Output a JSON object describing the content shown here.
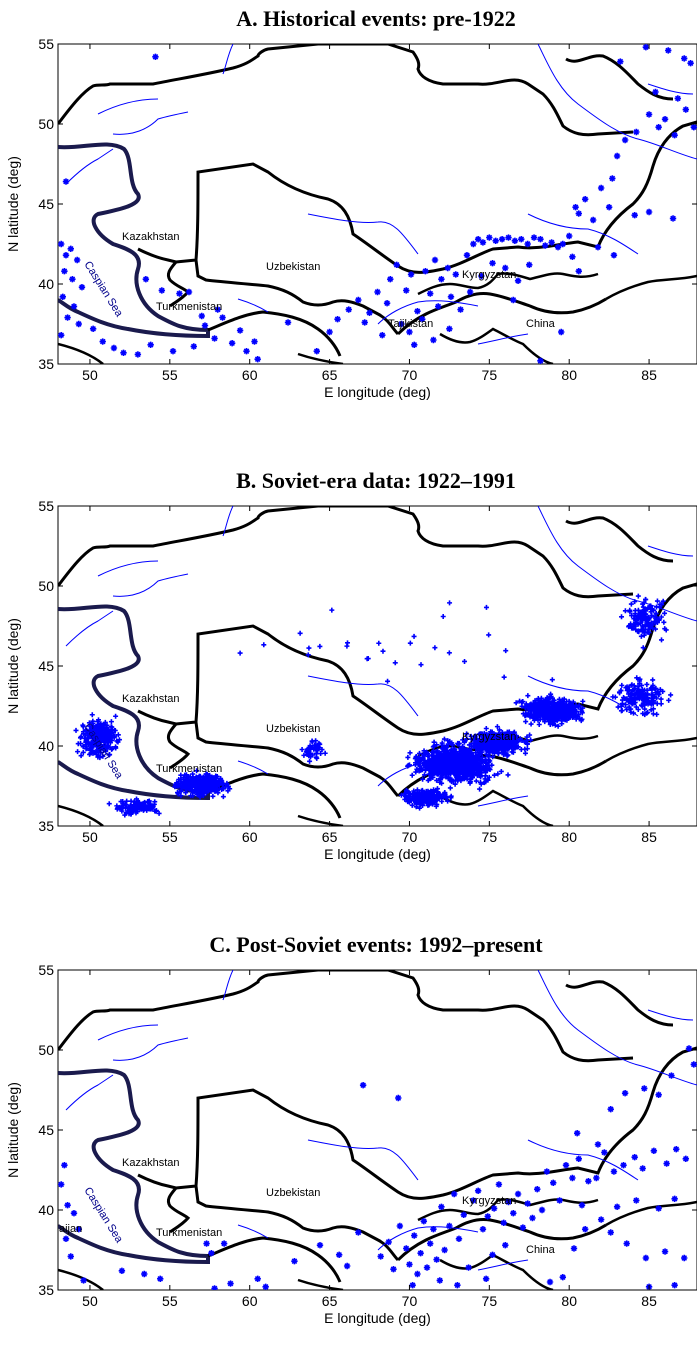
{
  "chart_data": [
    {
      "type": "scatter",
      "title": "A. Historical events: pre-1922",
      "xlabel": "E longitude (deg)",
      "ylabel": "N latitude (deg)",
      "xlim": [
        48,
        88
      ],
      "ylim": [
        35,
        55
      ],
      "xticks": [
        50,
        55,
        60,
        65,
        70,
        75,
        80,
        85
      ],
      "yticks": [
        35,
        40,
        45,
        50,
        55
      ],
      "marker": "asterisk",
      "marker_color": "#0000ff",
      "points": [
        [
          48.2,
          42.5
        ],
        [
          48.5,
          41.8
        ],
        [
          48.8,
          42.2
        ],
        [
          49.2,
          41.5
        ],
        [
          48.4,
          40.8
        ],
        [
          48.9,
          40.3
        ],
        [
          49.5,
          39.8
        ],
        [
          48.3,
          39.2
        ],
        [
          49.0,
          38.6
        ],
        [
          48.6,
          37.9
        ],
        [
          49.3,
          37.5
        ],
        [
          48.2,
          36.8
        ],
        [
          50.2,
          37.2
        ],
        [
          50.8,
          36.4
        ],
        [
          51.5,
          36.0
        ],
        [
          52.1,
          35.7
        ],
        [
          53.0,
          35.6
        ],
        [
          53.8,
          36.2
        ],
        [
          55.2,
          35.8
        ],
        [
          56.5,
          36.1
        ],
        [
          57.2,
          37.4
        ],
        [
          57.8,
          36.6
        ],
        [
          58.3,
          37.9
        ],
        [
          58.9,
          36.3
        ],
        [
          59.4,
          37.1
        ],
        [
          59.8,
          35.8
        ],
        [
          60.3,
          36.4
        ],
        [
          60.5,
          35.3
        ],
        [
          58.0,
          38.4
        ],
        [
          57.0,
          38.0
        ],
        [
          53.5,
          40.3
        ],
        [
          54.5,
          39.6
        ],
        [
          55.6,
          39.4
        ],
        [
          56.2,
          39.5
        ],
        [
          54.1,
          54.2
        ],
        [
          48.5,
          46.4
        ],
        [
          62.4,
          37.6
        ],
        [
          64.2,
          35.8
        ],
        [
          65.0,
          37.0
        ],
        [
          65.5,
          37.8
        ],
        [
          66.2,
          38.4
        ],
        [
          66.8,
          39.0
        ],
        [
          67.2,
          37.6
        ],
        [
          67.5,
          38.2
        ],
        [
          68.0,
          39.5
        ],
        [
          68.3,
          36.8
        ],
        [
          68.6,
          38.8
        ],
        [
          68.8,
          40.3
        ],
        [
          69.2,
          41.2
        ],
        [
          69.5,
          37.5
        ],
        [
          69.8,
          39.6
        ],
        [
          70.1,
          40.6
        ],
        [
          70.3,
          36.2
        ],
        [
          70.5,
          38.3
        ],
        [
          70.8,
          37.8
        ],
        [
          71.0,
          40.8
        ],
        [
          71.3,
          39.4
        ],
        [
          71.6,
          41.5
        ],
        [
          71.8,
          38.6
        ],
        [
          72.0,
          40.3
        ],
        [
          72.4,
          41.0
        ],
        [
          72.6,
          39.2
        ],
        [
          72.9,
          40.6
        ],
        [
          73.2,
          38.4
        ],
        [
          73.6,
          41.8
        ],
        [
          74.0,
          42.5
        ],
        [
          74.3,
          42.8
        ],
        [
          74.6,
          42.6
        ],
        [
          75.0,
          42.9
        ],
        [
          75.4,
          42.7
        ],
        [
          75.8,
          42.8
        ],
        [
          76.2,
          42.9
        ],
        [
          76.6,
          42.7
        ],
        [
          77.0,
          42.8
        ],
        [
          77.4,
          42.5
        ],
        [
          77.8,
          42.9
        ],
        [
          78.2,
          42.8
        ],
        [
          78.5,
          42.4
        ],
        [
          78.9,
          42.6
        ],
        [
          79.3,
          42.3
        ],
        [
          79.6,
          42.5
        ],
        [
          80.0,
          43.0
        ],
        [
          74.5,
          40.5
        ],
        [
          75.2,
          41.3
        ],
        [
          76.0,
          41.0
        ],
        [
          76.8,
          40.2
        ],
        [
          77.5,
          41.2
        ],
        [
          76.5,
          39.0
        ],
        [
          73.8,
          39.5
        ],
        [
          70.0,
          37.0
        ],
        [
          71.5,
          36.5
        ],
        [
          72.5,
          37.2
        ],
        [
          78.2,
          35.2
        ],
        [
          79.5,
          37.0
        ],
        [
          80.4,
          44.8
        ],
        [
          81.0,
          45.3
        ],
        [
          80.6,
          44.4
        ],
        [
          81.5,
          44.0
        ],
        [
          82.5,
          44.8
        ],
        [
          82.0,
          46.0
        ],
        [
          82.7,
          46.6
        ],
        [
          84.1,
          44.3
        ],
        [
          85.0,
          44.5
        ],
        [
          86.5,
          44.1
        ],
        [
          82.8,
          41.8
        ],
        [
          81.8,
          42.3
        ],
        [
          80.6,
          40.8
        ],
        [
          80.2,
          41.7
        ],
        [
          83.0,
          48.0
        ],
        [
          83.5,
          49.0
        ],
        [
          84.2,
          49.5
        ],
        [
          85.0,
          50.6
        ],
        [
          85.6,
          49.8
        ],
        [
          86.0,
          50.3
        ],
        [
          86.6,
          49.3
        ],
        [
          87.3,
          50.9
        ],
        [
          87.8,
          49.8
        ],
        [
          86.8,
          51.6
        ],
        [
          87.2,
          54.1
        ],
        [
          86.2,
          54.6
        ],
        [
          84.8,
          54.8
        ],
        [
          83.2,
          53.9
        ],
        [
          87.6,
          53.8
        ],
        [
          85.4,
          52.0
        ]
      ]
    },
    {
      "type": "scatter",
      "title": "B. Soviet-era data: 1922–1991",
      "xlabel": "E longitude (deg)",
      "ylabel": "N latitude (deg)",
      "xlim": [
        48,
        88
      ],
      "ylim": [
        35,
        55
      ],
      "xticks": [
        50,
        55,
        60,
        65,
        70,
        75,
        80,
        85
      ],
      "yticks": [
        35,
        40,
        45,
        50,
        55
      ],
      "marker": "plus",
      "marker_color": "#0000ff",
      "clusters": [
        {
          "center": [
            72.8,
            38.9
          ],
          "spread": [
            3.4,
            1.6
          ],
          "count": 900
        },
        {
          "center": [
            75.5,
            40.2
          ],
          "spread": [
            2.6,
            1.0
          ],
          "count": 500
        },
        {
          "center": [
            79.0,
            42.2
          ],
          "spread": [
            2.6,
            1.2
          ],
          "count": 450
        },
        {
          "center": [
            84.5,
            43.0
          ],
          "spread": [
            2.2,
            1.5
          ],
          "count": 160
        },
        {
          "center": [
            84.8,
            48.0
          ],
          "spread": [
            1.8,
            1.8
          ],
          "count": 130
        },
        {
          "center": [
            71.0,
            36.8
          ],
          "spread": [
            2.0,
            0.8
          ],
          "count": 250
        },
        {
          "center": [
            57.0,
            37.6
          ],
          "spread": [
            2.2,
            1.0
          ],
          "count": 380
        },
        {
          "center": [
            50.6,
            40.5
          ],
          "spread": [
            1.7,
            1.7
          ],
          "count": 260
        },
        {
          "center": [
            53.0,
            36.2
          ],
          "spread": [
            1.8,
            0.6
          ],
          "count": 150
        },
        {
          "center": [
            64.0,
            39.8
          ],
          "spread": [
            1.2,
            0.9
          ],
          "count": 50
        },
        {
          "center": [
            68.0,
            46.0
          ],
          "spread": [
            20.0,
            4.5
          ],
          "count": 30
        }
      ]
    },
    {
      "type": "scatter",
      "title": "C. Post-Soviet events: 1992–present",
      "xlabel": "E longitude (deg)",
      "ylabel": "N latitude (deg)",
      "xlim": [
        48,
        88
      ],
      "ylim": [
        35,
        55
      ],
      "xticks": [
        50,
        55,
        60,
        65,
        70,
        75,
        80,
        85
      ],
      "yticks": [
        35,
        40,
        45,
        50,
        55
      ],
      "marker": "asterisk",
      "marker_color": "#0000ff",
      "points": [
        [
          48.4,
          42.8
        ],
        [
          48.2,
          41.6
        ],
        [
          48.6,
          40.3
        ],
        [
          49.0,
          39.8
        ],
        [
          49.3,
          38.8
        ],
        [
          48.5,
          38.2
        ],
        [
          48.8,
          37.1
        ],
        [
          49.6,
          35.6
        ],
        [
          52.0,
          36.2
        ],
        [
          53.4,
          36.0
        ],
        [
          54.4,
          35.7
        ],
        [
          57.3,
          37.9
        ],
        [
          57.6,
          37.3
        ],
        [
          58.4,
          37.9
        ],
        [
          57.8,
          35.1
        ],
        [
          58.8,
          35.4
        ],
        [
          60.5,
          35.7
        ],
        [
          61.0,
          35.2
        ],
        [
          62.8,
          36.8
        ],
        [
          64.4,
          37.8
        ],
        [
          65.6,
          37.2
        ],
        [
          66.1,
          36.5
        ],
        [
          66.8,
          38.6
        ],
        [
          67.1,
          47.8
        ],
        [
          69.3,
          47.0
        ],
        [
          68.2,
          37.1
        ],
        [
          68.7,
          38.0
        ],
        [
          69.0,
          36.3
        ],
        [
          69.4,
          39.0
        ],
        [
          69.8,
          37.6
        ],
        [
          70.0,
          36.6
        ],
        [
          70.3,
          38.4
        ],
        [
          70.5,
          36.0
        ],
        [
          70.7,
          37.3
        ],
        [
          70.9,
          39.3
        ],
        [
          71.1,
          36.4
        ],
        [
          71.3,
          37.9
        ],
        [
          71.5,
          38.8
        ],
        [
          71.7,
          36.9
        ],
        [
          72.0,
          40.2
        ],
        [
          72.2,
          37.5
        ],
        [
          72.5,
          39.0
        ],
        [
          72.8,
          41.0
        ],
        [
          73.1,
          38.2
        ],
        [
          73.4,
          39.7
        ],
        [
          73.7,
          36.4
        ],
        [
          74.0,
          40.6
        ],
        [
          74.3,
          41.2
        ],
        [
          74.6,
          38.8
        ],
        [
          74.9,
          39.6
        ],
        [
          75.3,
          40.1
        ],
        [
          75.6,
          41.6
        ],
        [
          75.9,
          39.2
        ],
        [
          76.2,
          40.5
        ],
        [
          76.5,
          39.8
        ],
        [
          76.8,
          41.0
        ],
        [
          77.1,
          38.9
        ],
        [
          77.4,
          40.4
        ],
        [
          77.7,
          39.5
        ],
        [
          78.0,
          41.3
        ],
        [
          78.3,
          40.0
        ],
        [
          78.6,
          42.4
        ],
        [
          79.0,
          41.7
        ],
        [
          79.4,
          40.6
        ],
        [
          79.8,
          42.8
        ],
        [
          80.2,
          42.0
        ],
        [
          80.6,
          43.2
        ],
        [
          81.2,
          41.8
        ],
        [
          81.7,
          42.0
        ],
        [
          82.2,
          43.6
        ],
        [
          82.8,
          42.4
        ],
        [
          83.4,
          42.8
        ],
        [
          84.1,
          43.3
        ],
        [
          84.6,
          42.6
        ],
        [
          85.3,
          43.7
        ],
        [
          86.1,
          42.9
        ],
        [
          86.7,
          43.8
        ],
        [
          87.3,
          43.2
        ],
        [
          83.0,
          40.2
        ],
        [
          84.2,
          40.6
        ],
        [
          85.6,
          40.1
        ],
        [
          86.6,
          40.7
        ],
        [
          82.6,
          38.6
        ],
        [
          83.6,
          37.9
        ],
        [
          84.8,
          37.0
        ],
        [
          86.0,
          37.4
        ],
        [
          87.2,
          37.0
        ],
        [
          85.0,
          35.2
        ],
        [
          86.6,
          35.3
        ],
        [
          80.5,
          44.8
        ],
        [
          81.8,
          44.1
        ],
        [
          82.6,
          46.3
        ],
        [
          83.5,
          47.3
        ],
        [
          84.7,
          47.6
        ],
        [
          85.6,
          47.2
        ],
        [
          86.4,
          48.4
        ],
        [
          87.5,
          50.1
        ],
        [
          87.8,
          49.1
        ],
        [
          74.8,
          35.7
        ],
        [
          75.2,
          37.2
        ],
        [
          76.0,
          37.8
        ],
        [
          78.8,
          35.5
        ],
        [
          79.6,
          35.8
        ],
        [
          80.3,
          37.6
        ],
        [
          81.0,
          38.8
        ],
        [
          82.0,
          39.4
        ],
        [
          80.8,
          40.3
        ],
        [
          70.2,
          35.3
        ],
        [
          71.9,
          35.6
        ],
        [
          73.0,
          35.3
        ]
      ]
    }
  ],
  "map": {
    "labels": {
      "kazakhstan": "Kazakhstan",
      "uzbekistan": "Uzbekistan",
      "turkmenistan": "Turkmenistan",
      "kyrgyzstan": "Kyrgyzstan",
      "tajikistan": "Tajikistan",
      "china": "China",
      "caspian_sea": "Caspian Sea",
      "azerbaijan_partial": "aijan"
    },
    "border_color": "#000000",
    "river_color": "#0000ff",
    "caspian_shore_color": "#1a1a4d"
  }
}
